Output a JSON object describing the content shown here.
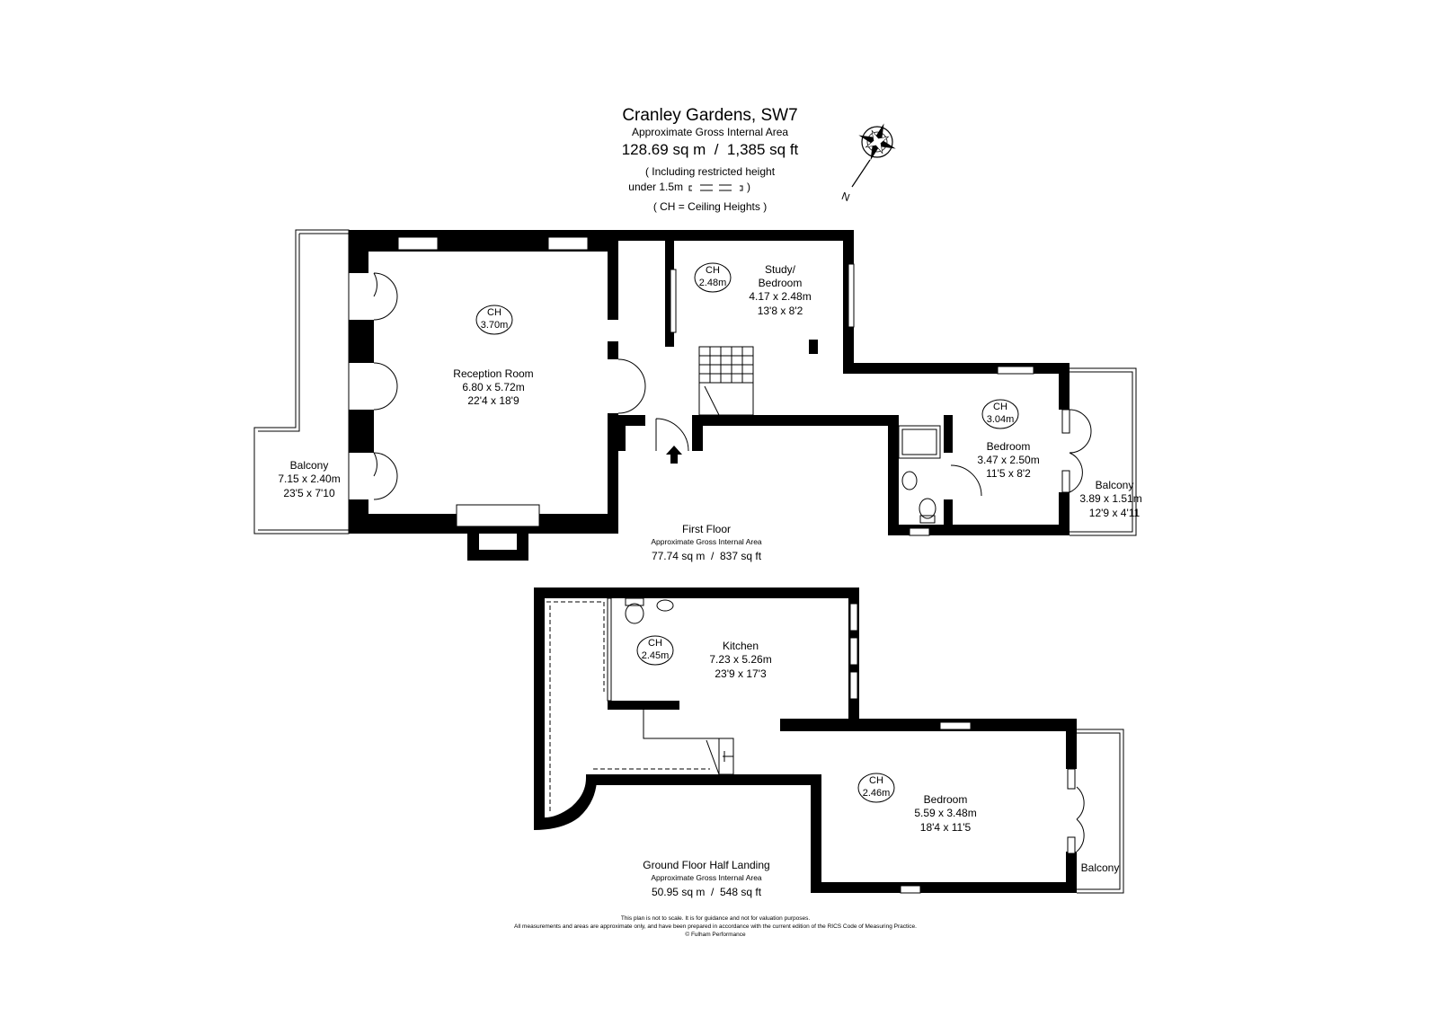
{
  "header": {
    "title": "Cranley Gardens, SW7",
    "area_caption": "Approximate Gross Internal Area",
    "total_area": "128.69 sq m  /  1,385 sq ft",
    "restricted_note_line1": "( Including restricted height",
    "restricted_note_line2": "under 1.5m",
    "restricted_note_close": ")",
    "ceiling_note": "( CH = Ceiling Heights )"
  },
  "compass": {
    "label": "N",
    "icon": "compass-rose-icon"
  },
  "first_floor": {
    "name": "First Floor",
    "area_caption": "Approximate Gross Internal Area",
    "area": "77.74 sq m  /  837 sq ft",
    "rooms": [
      {
        "id": "reception",
        "ch_label": "CH",
        "ch_value": "3.70m",
        "name": "Reception Room",
        "metric": "6.80 x 5.72m",
        "imperial": "22'4 x 18'9"
      },
      {
        "id": "study",
        "ch_label": "CH",
        "ch_value": "2.48m",
        "name": "Study/",
        "name2": "Bedroom",
        "metric": "4.17 x 2.48m",
        "imperial": "13'8 x 8'2"
      },
      {
        "id": "bedroom",
        "ch_label": "CH",
        "ch_value": "3.04m",
        "name": "Bedroom",
        "metric": "3.47 x 2.50m",
        "imperial": "11'5 x 8'2"
      },
      {
        "id": "balcony-left",
        "name": "Balcony",
        "metric": "7.15 x 2.40m",
        "imperial": "23'5 x 7'10"
      },
      {
        "id": "balcony-right",
        "name": "Balcony",
        "metric": "3.89 x 1.51m",
        "imperial": "12'9 x 4'11"
      }
    ]
  },
  "ground_floor": {
    "name": "Ground Floor Half Landing",
    "area_caption": "Approximate Gross Internal Area",
    "area": "50.95 sq m  /  548 sq ft",
    "rooms": [
      {
        "id": "kitchen",
        "ch_label": "CH",
        "ch_value": "2.45m",
        "name": "Kitchen",
        "metric": "7.23 x 5.26m",
        "imperial": "23'9 x 17'3"
      },
      {
        "id": "bedroom",
        "ch_label": "CH",
        "ch_value": "2.46m",
        "name": "Bedroom",
        "metric": "5.59 x 3.48m",
        "imperial": "18'4 x 11'5"
      },
      {
        "id": "balcony",
        "name": "Balcony"
      }
    ]
  },
  "footer": {
    "line1": "This plan is not to scale. It is for guidance and not for valuation purposes.",
    "line2": "All measurements and areas are approximate only, and have been prepared in accordance with the current edition of the RICS Code of Measuring Practice.",
    "line3": "© Fulham Performance"
  }
}
